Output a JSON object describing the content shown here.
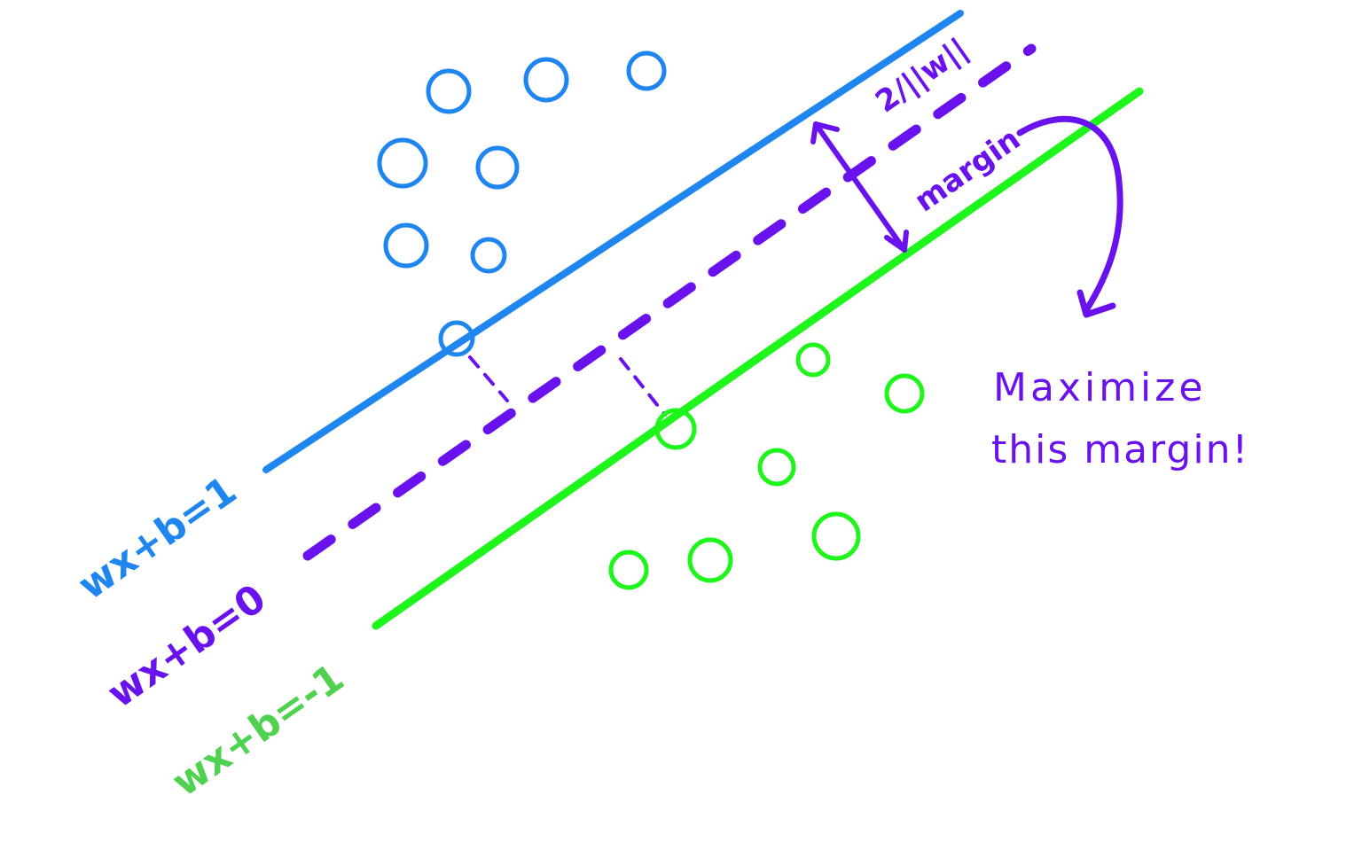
{
  "colors": {
    "blue": "#1f86f0",
    "purple": "#6a12ee",
    "green": "#1ef51b",
    "green_label": "#4fd24f"
  },
  "labels": {
    "positive_boundary": "wx+b=1",
    "decision_boundary": "wx+b=0",
    "negative_boundary": "wx+b=-1",
    "margin": "margin",
    "margin_width": "2/||w||",
    "callout_line1": "Maximize",
    "callout_line2": "this margin!"
  },
  "icons": {
    "margin_arrow": "double-headed-arrow-icon",
    "callout_arrow": "curved-arrow-icon"
  }
}
